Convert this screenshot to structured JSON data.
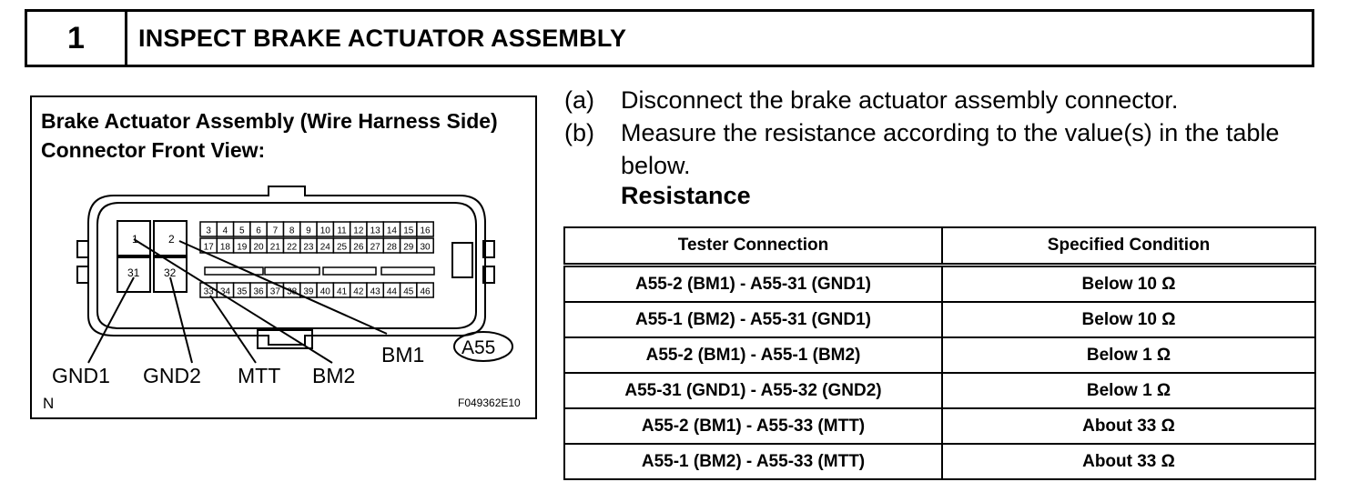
{
  "header": {
    "step_number": "1",
    "title": "INSPECT BRAKE ACTUATOR ASSEMBLY"
  },
  "figure": {
    "caption": "Brake Actuator Assembly (Wire Harness Side) Connector Front View:",
    "big_pins": [
      "1",
      "2",
      "31",
      "32"
    ],
    "top_row_pins": [
      "3",
      "4",
      "5",
      "6",
      "7",
      "8",
      "9",
      "10",
      "11",
      "12",
      "13",
      "14",
      "15",
      "16"
    ],
    "second_row_pins": [
      "17",
      "18",
      "19",
      "20",
      "21",
      "22",
      "23",
      "24",
      "25",
      "26",
      "27",
      "28",
      "29",
      "30"
    ],
    "bottom_row_pins": [
      "33",
      "34",
      "35",
      "36",
      "37",
      "38",
      "39",
      "40",
      "41",
      "42",
      "43",
      "44",
      "45",
      "46"
    ],
    "labels": {
      "gnd1": "GND1",
      "gnd2": "GND2",
      "mtt": "MTT",
      "bm2": "BM2",
      "bm1": "BM1",
      "connector_id": "A55",
      "corner_mark": "N",
      "figure_code": "F049362E10"
    }
  },
  "steps": [
    {
      "letter": "(a)",
      "text": "Disconnect the brake actuator assembly connector."
    },
    {
      "letter": "(b)",
      "text": "Measure the resistance according to the value(s) in the table below."
    }
  ],
  "resistance_heading": "Resistance",
  "table": {
    "headers": [
      "Tester Connection",
      "Specified Condition"
    ],
    "rows": [
      [
        "A55-2 (BM1) - A55-31 (GND1)",
        "Below 10 Ω"
      ],
      [
        "A55-1 (BM2) - A55-31 (GND1)",
        "Below 10 Ω"
      ],
      [
        "A55-2 (BM1) - A55-1 (BM2)",
        "Below 1 Ω"
      ],
      [
        "A55-31 (GND1) - A55-32 (GND2)",
        "Below 1 Ω"
      ],
      [
        "A55-2 (BM1) - A55-33 (MTT)",
        "About 33 Ω"
      ],
      [
        "A55-1 (BM2) - A55-33 (MTT)",
        "About 33 Ω"
      ]
    ]
  }
}
